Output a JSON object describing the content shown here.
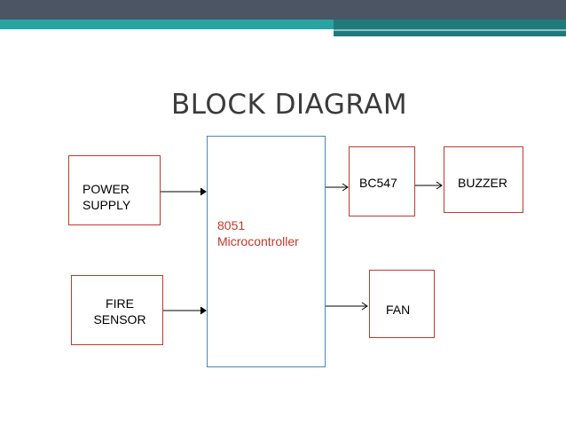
{
  "title": "BLOCK DIAGRAM",
  "blocks": {
    "power_supply": "POWER\nSUPPLY",
    "fire_sensor": "FIRE\nSENSOR",
    "microcontroller": "8051\nMicrocontroller",
    "bc547": "BC547",
    "buzzer": "BUZZER",
    "fan": "FAN"
  },
  "colors": {
    "block_border": "#c0392b",
    "microcontroller_border": "#4a86b8",
    "microcontroller_text": "#c0392b",
    "header_dark": "#4b5563",
    "header_teal": "#2aa3a3"
  }
}
